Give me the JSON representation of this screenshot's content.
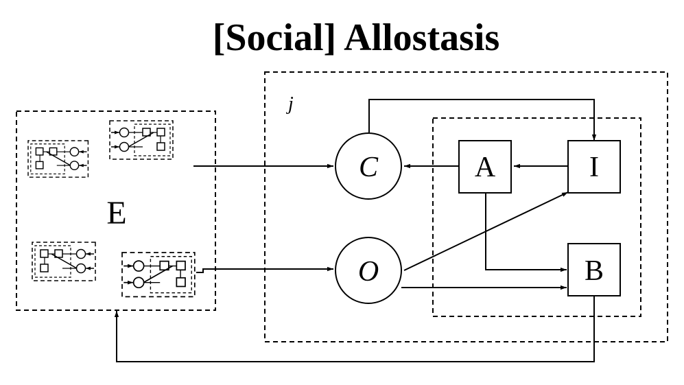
{
  "title": "[Social] Allostasis",
  "environment": {
    "label": "E"
  },
  "agent": {
    "label": "j"
  },
  "nodes": {
    "C": {
      "label": "C",
      "shape": "circle"
    },
    "O": {
      "label": "O",
      "shape": "circle"
    },
    "A": {
      "label": "A",
      "shape": "box"
    },
    "I": {
      "label": "I",
      "shape": "box"
    },
    "B": {
      "label": "B",
      "shape": "box"
    }
  },
  "edges": [
    {
      "from": "E",
      "to": "C"
    },
    {
      "from": "E",
      "to": "O"
    },
    {
      "from": "A",
      "to": "C"
    },
    {
      "from": "I",
      "to": "A"
    },
    {
      "from": "C",
      "to": "I"
    },
    {
      "from": "O",
      "to": "I"
    },
    {
      "from": "A",
      "to": "B"
    },
    {
      "from": "O",
      "to": "B"
    },
    {
      "from": "B",
      "to": "E"
    }
  ]
}
